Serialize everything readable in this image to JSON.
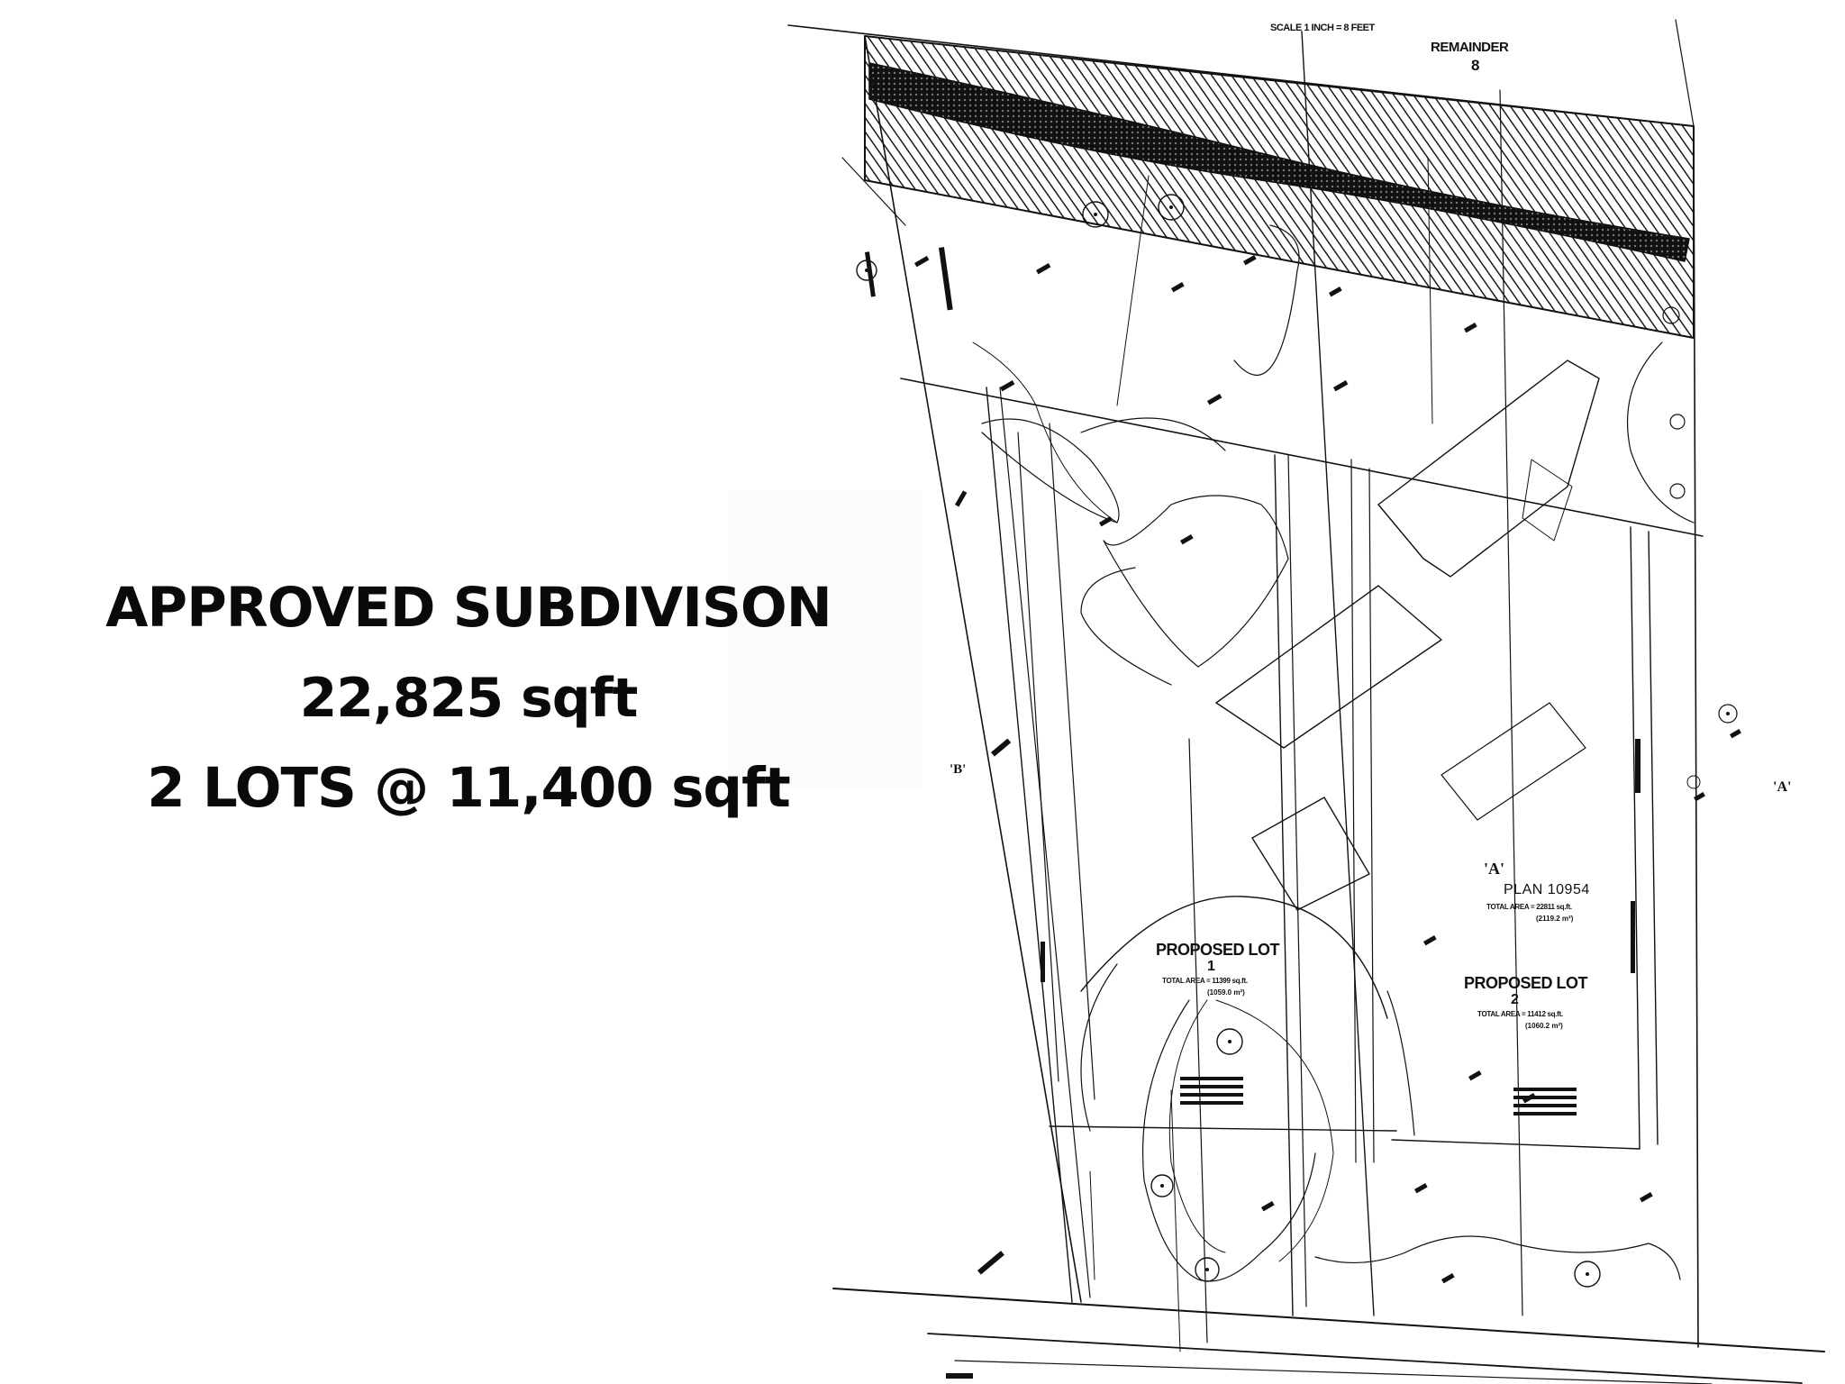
{
  "headline": {
    "title": "APPROVED SUBDIVISON",
    "total_area": "22,825 sqft",
    "lots_summary": "2 LOTS @ 11,400 sqft"
  },
  "plan": {
    "scale_note": "SCALE 1 INCH = 8 FEET",
    "remainder_label": "REMAINDER",
    "remainder_number": "8",
    "parcel_a": {
      "mark": "'A'",
      "plan_label": "PLAN 10954",
      "total_area": "TOTAL AREA = 22811 sq.ft.",
      "total_area_metric": "(2119.2 m²)"
    },
    "proposed_lot_1": {
      "label": "PROPOSED LOT",
      "number": "1",
      "total_area": "TOTAL AREA = 11399 sq.ft.",
      "total_area_metric": "(1059.0 m²)"
    },
    "proposed_lot_2": {
      "label": "PROPOSED LOT",
      "number": "2",
      "total_area": "TOTAL AREA = 11412 sq.ft.",
      "total_area_metric": "(1060.2 m²)"
    },
    "section_marker_right": "'A'",
    "section_marker_left": "'B'"
  },
  "colors": {
    "ink": "#0a0a0a",
    "background": "#ffffff",
    "hatch": "#1a1a1a"
  }
}
